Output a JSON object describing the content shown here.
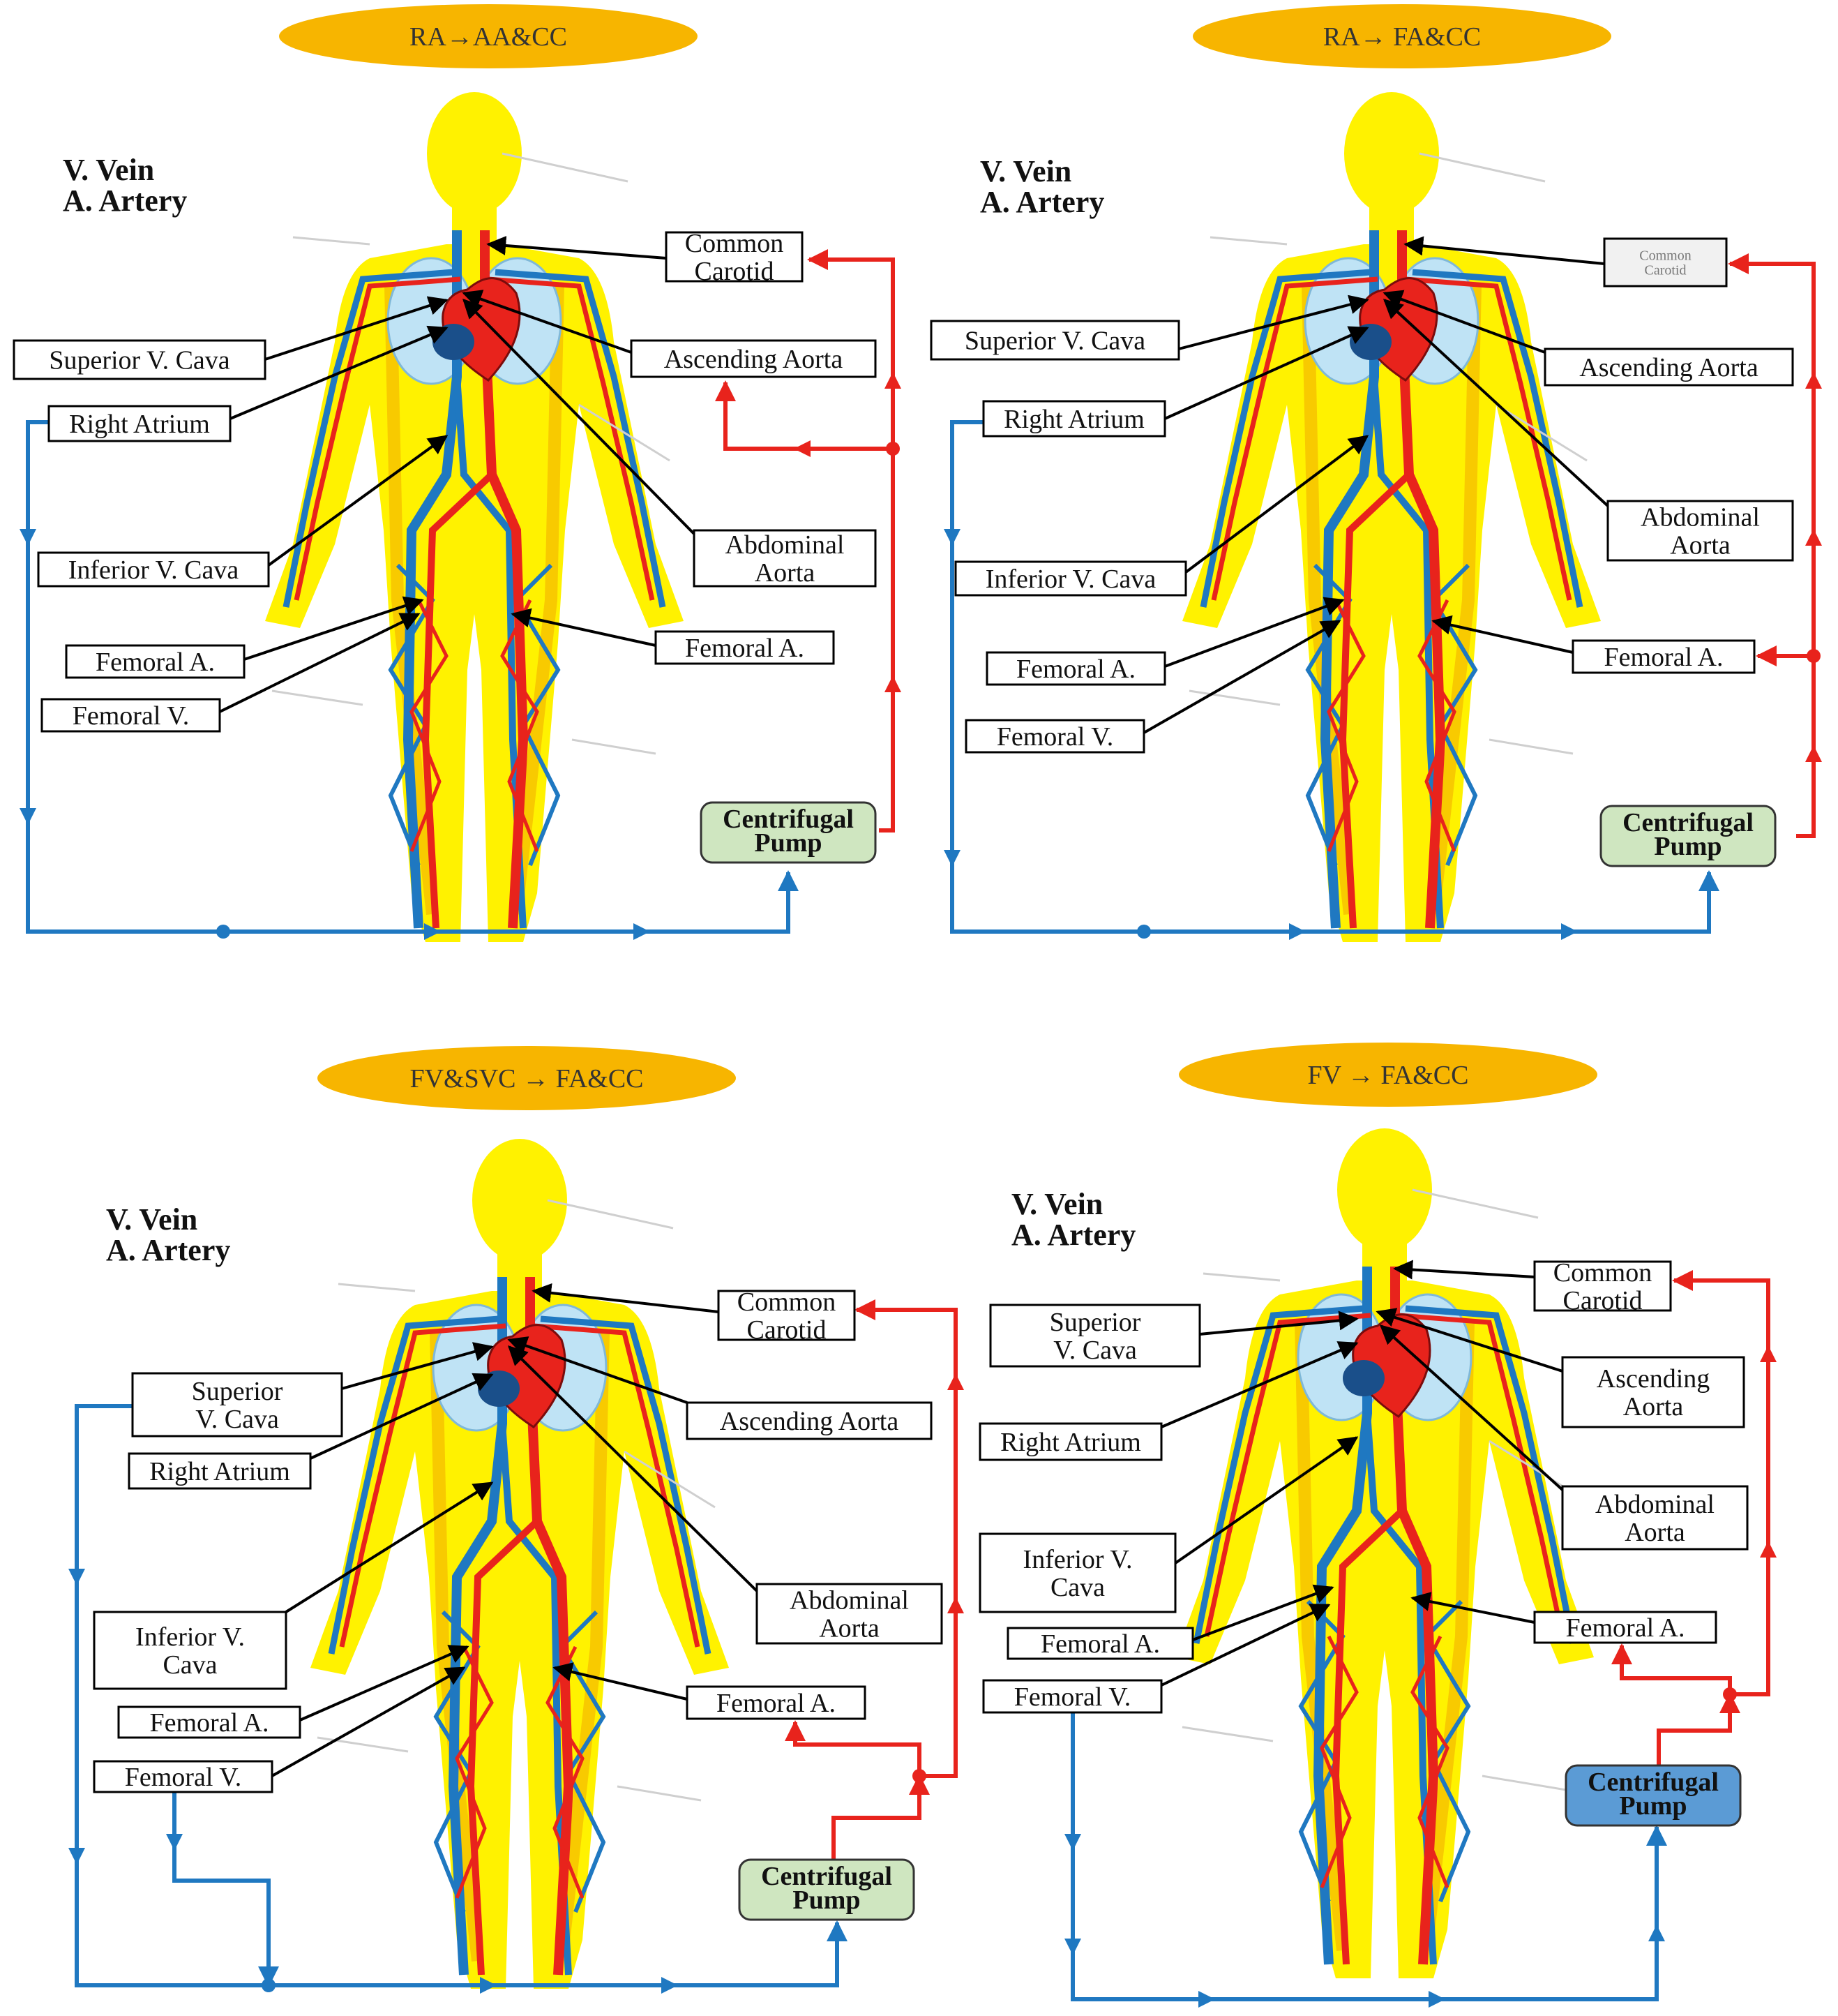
{
  "colors": {
    "artery": "#e8231c",
    "vein": "#1f78c1",
    "body": "#fff200",
    "title_fill": "#f7b500",
    "pump_green": "#cfe6c0",
    "pump_blue": "#5b9bd5"
  },
  "panels": [
    {
      "id": "p1",
      "title": "RA→AA&CC",
      "legend_v": "V.  Vein",
      "legend_a": "A.  Artery",
      "labels": {
        "common_carotid": [
          "Common",
          "Carotid"
        ],
        "superior_vena_cava": [
          "Superior V.  Cava"
        ],
        "ascending_aorta": [
          "Ascending Aorta"
        ],
        "right_atrium": [
          "Right Atrium"
        ],
        "abdominal_aorta": [
          "Abdominal",
          "Aorta"
        ],
        "inferior_vena_cava": [
          "Inferior V.  Cava"
        ],
        "femoral_a_left": [
          "Femoral  A."
        ],
        "femoral_a_right": [
          "Femoral  A."
        ],
        "femoral_v": [
          "Femoral  V."
        ]
      },
      "pump": [
        "Centrifugal",
        "Pump"
      ]
    },
    {
      "id": "p2",
      "title": "RA→ FA&CC",
      "legend_v": "V.  Vein",
      "legend_a": "A.  Artery",
      "labels": {
        "common_carotid": [
          "Common",
          "Carotid"
        ],
        "superior_vena_cava": [
          "Superior V.  Cava"
        ],
        "ascending_aorta": [
          "Ascending Aorta"
        ],
        "right_atrium": [
          "Right Atrium"
        ],
        "abdominal_aorta": [
          "Abdominal",
          "Aorta"
        ],
        "inferior_vena_cava": [
          "Inferior V.  Cava"
        ],
        "femoral_a_left": [
          "Femoral  A."
        ],
        "femoral_a_right": [
          "Femoral  A."
        ],
        "femoral_v": [
          "Femoral  V."
        ]
      },
      "pump": [
        "Centrifugal",
        "Pump"
      ]
    },
    {
      "id": "p3",
      "title": "FV&SVC  → FA&CC",
      "legend_v": "V.  Vein",
      "legend_a": "A.  Artery",
      "labels": {
        "common_carotid": [
          "Common",
          "Carotid"
        ],
        "superior_vena_cava": [
          "Superior",
          "V.  Cava"
        ],
        "ascending_aorta": [
          "Ascending Aorta"
        ],
        "right_atrium": [
          "Right Atrium"
        ],
        "abdominal_aorta": [
          "Abdominal",
          "Aorta"
        ],
        "inferior_vena_cava": [
          "Inferior  V.",
          "Cava"
        ],
        "femoral_a_left": [
          "Femoral  A."
        ],
        "femoral_a_right": [
          "Femoral  A."
        ],
        "femoral_v": [
          "Femoral  V."
        ]
      },
      "pump": [
        "Centrifugal",
        "Pump"
      ]
    },
    {
      "id": "p4",
      "title": "FV  → FA&CC",
      "legend_v": "V.  Vein",
      "legend_a": "A.  Artery",
      "labels": {
        "common_carotid": [
          "Common",
          "Carotid"
        ],
        "superior_vena_cava": [
          "Superior",
          "V.  Cava"
        ],
        "ascending_aorta": [
          "Ascending",
          "Aorta"
        ],
        "right_atrium": [
          "Right Atrium"
        ],
        "abdominal_aorta": [
          "Abdominal",
          "Aorta"
        ],
        "inferior_vena_cava": [
          "Inferior  V.",
          "Cava"
        ],
        "femoral_a_left": [
          "Femoral  A."
        ],
        "femoral_a_right": [
          "Femoral  A."
        ],
        "femoral_v": [
          "Femoral  V."
        ]
      },
      "pump": [
        "Centrifugal",
        "Pump"
      ]
    }
  ]
}
